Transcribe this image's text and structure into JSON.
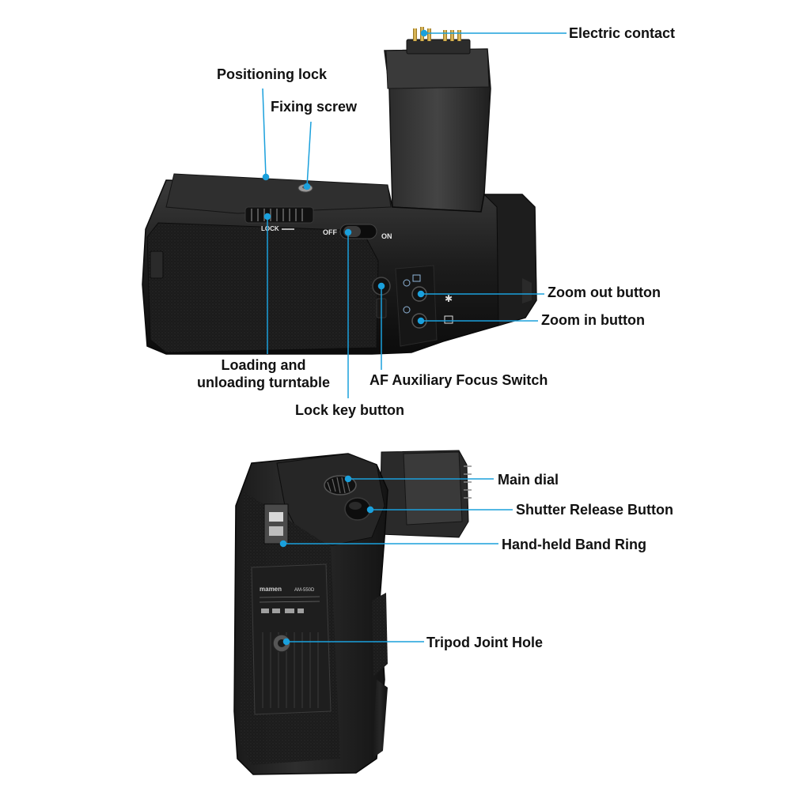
{
  "accent_color": "#1aa0dc",
  "top_view": {
    "callouts": {
      "electric_contact": "Electric contact",
      "positioning_lock": "Positioning lock",
      "fixing_screw": "Fixing screw",
      "zoom_out_button": "Zoom out button",
      "zoom_in_button": "Zoom in button",
      "loading_turntable_line1": "Loading and",
      "loading_turntable_line2": "unloading turntable",
      "af_focus_switch": "AF Auxiliary Focus Switch",
      "lock_key_button": "Lock key button"
    },
    "printed_markings": {
      "lock": "LOCK",
      "off": "OFF",
      "on": "ON"
    }
  },
  "bottom_view": {
    "callouts": {
      "main_dial": "Main dial",
      "shutter_release": "Shutter Release Button",
      "hand_band_ring": "Hand-held Band Ring",
      "tripod_hole": "Tripod Joint Hole"
    },
    "printed_markings": {
      "brand": "mamen",
      "model": "AM-550D"
    }
  }
}
